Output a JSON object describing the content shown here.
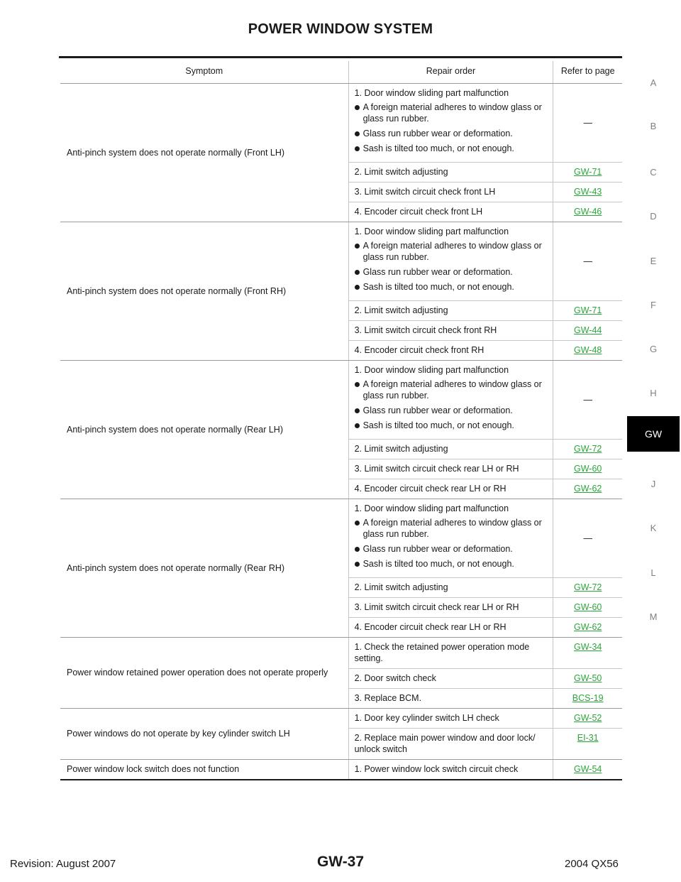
{
  "header": {
    "title": "POWER WINDOW SYSTEM"
  },
  "side_index": {
    "letters": [
      "A",
      "B",
      "C",
      "D",
      "E",
      "F",
      "G",
      "H",
      "GW",
      "J",
      "K",
      "L",
      "M"
    ],
    "active": "GW"
  },
  "table": {
    "headers": {
      "symptom": "Symptom",
      "repair": "Repair order",
      "refer": "Refer to page"
    },
    "groups": [
      {
        "symptom": "Anti-pinch system does not operate normally (Front LH)",
        "rows": [
          {
            "step": "1. Door window sliding part malfunction",
            "bullets": [
              "A foreign material adheres to window glass or glass run rubber.",
              "Glass run rubber wear or deformation.",
              "Sash is tilted too much, or not enough."
            ],
            "ref": "—"
          },
          {
            "step": "2. Limit switch adjusting",
            "ref": "GW-71"
          },
          {
            "step": "3. Limit switch circuit check front LH",
            "ref": "GW-43"
          },
          {
            "step": "4. Encoder circuit check front LH",
            "ref": "GW-46"
          }
        ]
      },
      {
        "symptom": "Anti-pinch system does not operate normally (Front RH)",
        "rows": [
          {
            "step": "1. Door window sliding part malfunction",
            "bullets": [
              "A foreign material adheres to window glass or glass run rubber.",
              "Glass run rubber wear or deformation.",
              "Sash is tilted too much, or not enough."
            ],
            "ref": "—"
          },
          {
            "step": "2. Limit switch adjusting",
            "ref": "GW-71"
          },
          {
            "step": "3. Limit switch circuit check front RH",
            "ref": "GW-44"
          },
          {
            "step": "4. Encoder circuit check front RH",
            "ref": "GW-48"
          }
        ]
      },
      {
        "symptom": "Anti-pinch system does not operate normally (Rear LH)",
        "rows": [
          {
            "step": "1. Door window sliding part malfunction",
            "bullets": [
              "A foreign material adheres to window glass or glass run rubber.",
              "Glass run rubber wear or deformation.",
              "Sash is tilted too much, or not enough."
            ],
            "ref": "—"
          },
          {
            "step": "2. Limit switch adjusting",
            "ref": "GW-72"
          },
          {
            "step": "3. Limit switch circuit check rear LH or RH",
            "ref": "GW-60"
          },
          {
            "step": "4. Encoder circuit check rear LH or RH",
            "ref": "GW-62"
          }
        ]
      },
      {
        "symptom": "Anti-pinch system does not operate normally (Rear RH)",
        "rows": [
          {
            "step": "1. Door window sliding part malfunction",
            "bullets": [
              "A foreign material adheres to window glass or glass run rubber.",
              "Glass run rubber wear or deformation.",
              "Sash is tilted too much, or not enough."
            ],
            "ref": "—"
          },
          {
            "step": "2. Limit switch adjusting",
            "ref": "GW-72"
          },
          {
            "step": "3. Limit switch circuit check rear LH or RH",
            "ref": "GW-60"
          },
          {
            "step": "4. Encoder circuit check rear LH or RH",
            "ref": "GW-62"
          }
        ]
      },
      {
        "symptom": "Power window retained power operation does not operate properly",
        "rows": [
          {
            "step": "1. Check the retained power operation mode setting.",
            "ref": "GW-34"
          },
          {
            "step": "2. Door switch check",
            "ref": "GW-50"
          },
          {
            "step": "3. Replace BCM.",
            "ref": "BCS-19"
          }
        ]
      },
      {
        "symptom": "Power windows do not operate by key cylinder switch LH",
        "rows": [
          {
            "step": "1. Door key cylinder switch LH check",
            "ref": "GW-52"
          },
          {
            "step": "2. Replace main power window and door lock/ unlock switch",
            "ref": "EI-31"
          }
        ]
      },
      {
        "symptom": "Power window lock switch does not function",
        "rows": [
          {
            "step": "1. Power window lock switch circuit check",
            "ref": "GW-54"
          }
        ]
      }
    ]
  },
  "footer": {
    "revision": "Revision: August 2007",
    "page": "GW-37",
    "model": "2004 QX56"
  },
  "colors": {
    "link": "#2aa63a",
    "tab_active_bg": "#000000",
    "tab_inactive_text": "#808080"
  }
}
